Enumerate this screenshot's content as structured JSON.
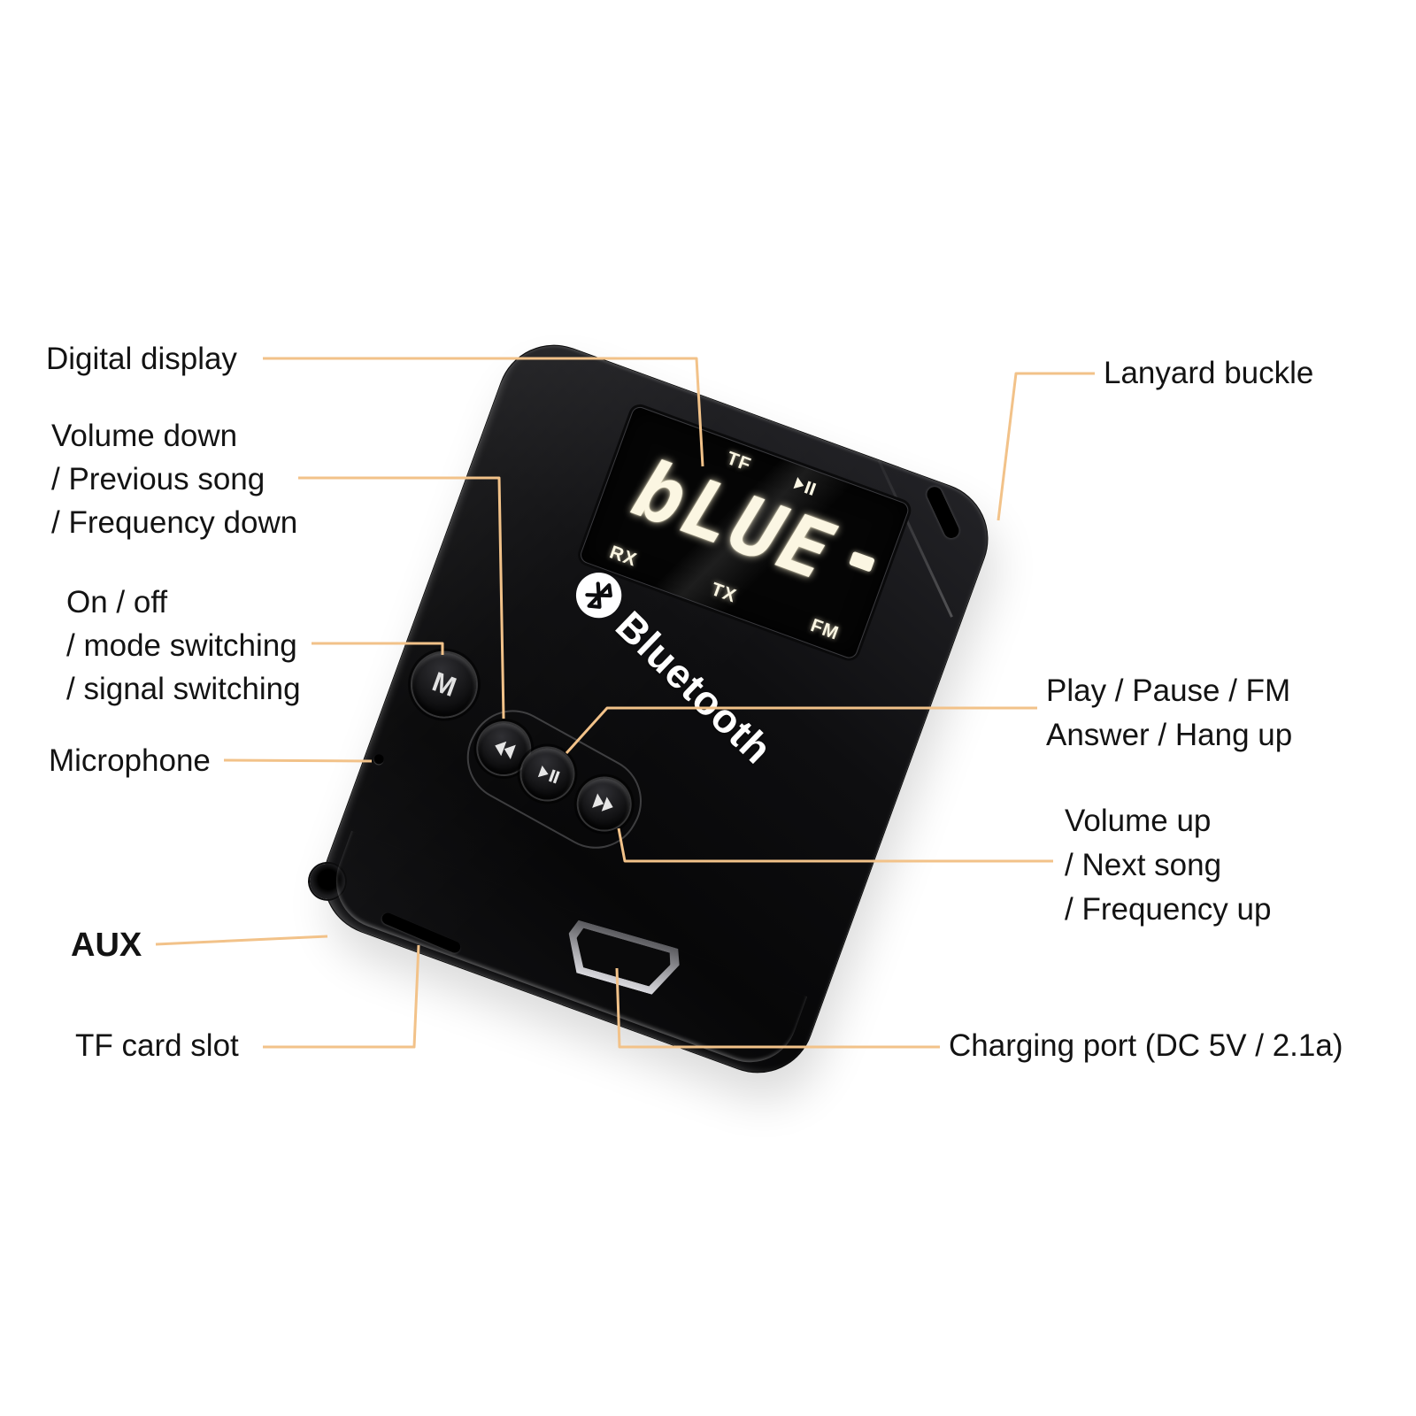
{
  "colors": {
    "background": "#ffffff",
    "callout_line": "#f2c289",
    "device_black": "#0d0d0f",
    "lcd_text": "#fbf6e2"
  },
  "callouts": {
    "digital_display": "Digital display",
    "volume_down_lines": [
      "Volume down",
      "/ Previous song",
      "/ Frequency down"
    ],
    "power_lines": [
      "On / off",
      "/ mode switching",
      "/ signal switching"
    ],
    "microphone": "Microphone",
    "aux": "AUX",
    "tf_card_slot": "TF card slot",
    "lanyard_buckle": "Lanyard buckle",
    "play_pause_lines": [
      "Play / Pause / FM",
      "Answer / Hang up"
    ],
    "volume_up_lines": [
      "Volume up",
      "/ Next song",
      "/ Frequency up"
    ],
    "charging_port": "Charging port (DC 5V / 2.1a)"
  },
  "device": {
    "brand_label": "Bluetooth",
    "display": {
      "tf_indicator": "TF",
      "main_text": "bLUE",
      "mode_rx": "RX",
      "mode_tx": "TX",
      "mode_fm": "FM"
    },
    "buttons": {
      "mode_label": "M"
    },
    "icons": {
      "bluetooth": "bluetooth-icon",
      "play_pause_indicator": "play-pause-icon",
      "battery": "battery-icon",
      "previous": "skip-back-icon",
      "play_pause": "play-pause-icon",
      "next": "skip-forward-icon"
    }
  }
}
